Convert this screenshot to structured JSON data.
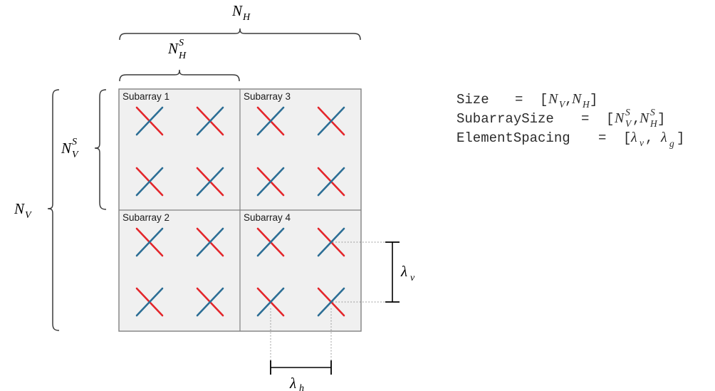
{
  "figure": {
    "type": "antenna-array-diagram",
    "background_color": "#ffffff"
  },
  "array": {
    "panel_fill": "#f0f0f0",
    "panel_stroke": "#808080",
    "rows_of_subarrays": 2,
    "cols_of_subarrays": 2,
    "elements_per_subarray_row": 2,
    "elements_per_subarray_col": 2,
    "subarrays": [
      {
        "label": "Subarray 1",
        "row": 0,
        "col": 0
      },
      {
        "label": "Subarray 3",
        "row": 0,
        "col": 1
      },
      {
        "label": "Subarray 2",
        "row": 1,
        "col": 0
      },
      {
        "label": "Subarray 4",
        "row": 1,
        "col": 1
      }
    ]
  },
  "element": {
    "name": "crossed-dipole",
    "stroke_red": "#e3262b",
    "stroke_blue": "#2c6e95",
    "stroke_width": 2.6
  },
  "annotations": {
    "top_outer": {
      "base": "N",
      "sub": "H",
      "sup": ""
    },
    "top_inner": {
      "base": "N",
      "sub": "H",
      "sup": "S"
    },
    "left_outer": {
      "base": "N",
      "sub": "V",
      "sup": ""
    },
    "left_inner": {
      "base": "N",
      "sub": "V",
      "sup": "S"
    },
    "vertical_spacing": {
      "base": "λ",
      "sub": "v"
    },
    "horizontal_spacing": {
      "base": "λ",
      "sub": "h"
    },
    "brace_color": "#3a3a3a",
    "dimension_color": "#000000",
    "leader_color": "#8a8a8a"
  },
  "properties": [
    {
      "name": "Size",
      "equals": "=",
      "open": "[",
      "close": "]",
      "comma": ",",
      "terms": [
        {
          "base": "N",
          "sub": "V",
          "sup": ""
        },
        {
          "base": "N",
          "sub": "H",
          "sup": ""
        }
      ]
    },
    {
      "name": "SubarraySize",
      "equals": "=",
      "open": "[",
      "close": "]",
      "comma": ",",
      "terms": [
        {
          "base": "N",
          "sub": "V",
          "sup": "S"
        },
        {
          "base": "N",
          "sub": "H",
          "sup": "S"
        }
      ]
    },
    {
      "name": "ElementSpacing",
      "equals": "=",
      "open": "[",
      "close": "]",
      "comma": ",",
      "terms": [
        {
          "base": "λ",
          "sub": "v",
          "sup": ""
        },
        {
          "base": "λ",
          "sub": "g",
          "sup": ""
        }
      ]
    }
  ]
}
